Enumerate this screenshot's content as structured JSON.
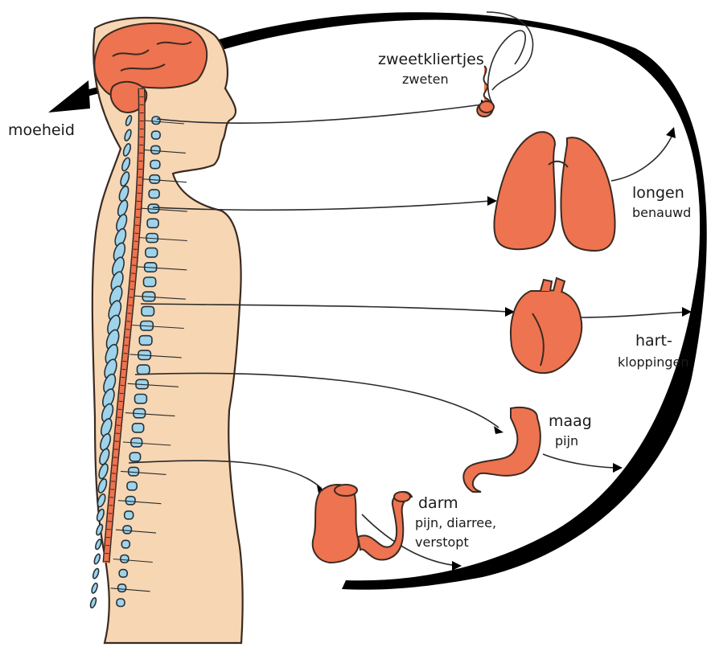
{
  "labels": {
    "fatigue": "moeheid",
    "sweat_gland": "zweetkliertjes",
    "sweat_symptom": "zweten",
    "lungs": "longen",
    "lungs_symptom": "benauwd",
    "heart_line1": "hart-",
    "heart_line2": "kloppingen",
    "stomach": "maag",
    "stomach_symptom": "pijn",
    "intestine": "darm",
    "intestine_symptom_line1": "pijn, diarree,",
    "intestine_symptom_line2": "verstopt"
  },
  "colors": {
    "skin": "#f7d6b3",
    "organ": "#ee7350",
    "vertebra": "#9fd3ea",
    "outline": "#3a2a22",
    "arrow": "#000000"
  }
}
